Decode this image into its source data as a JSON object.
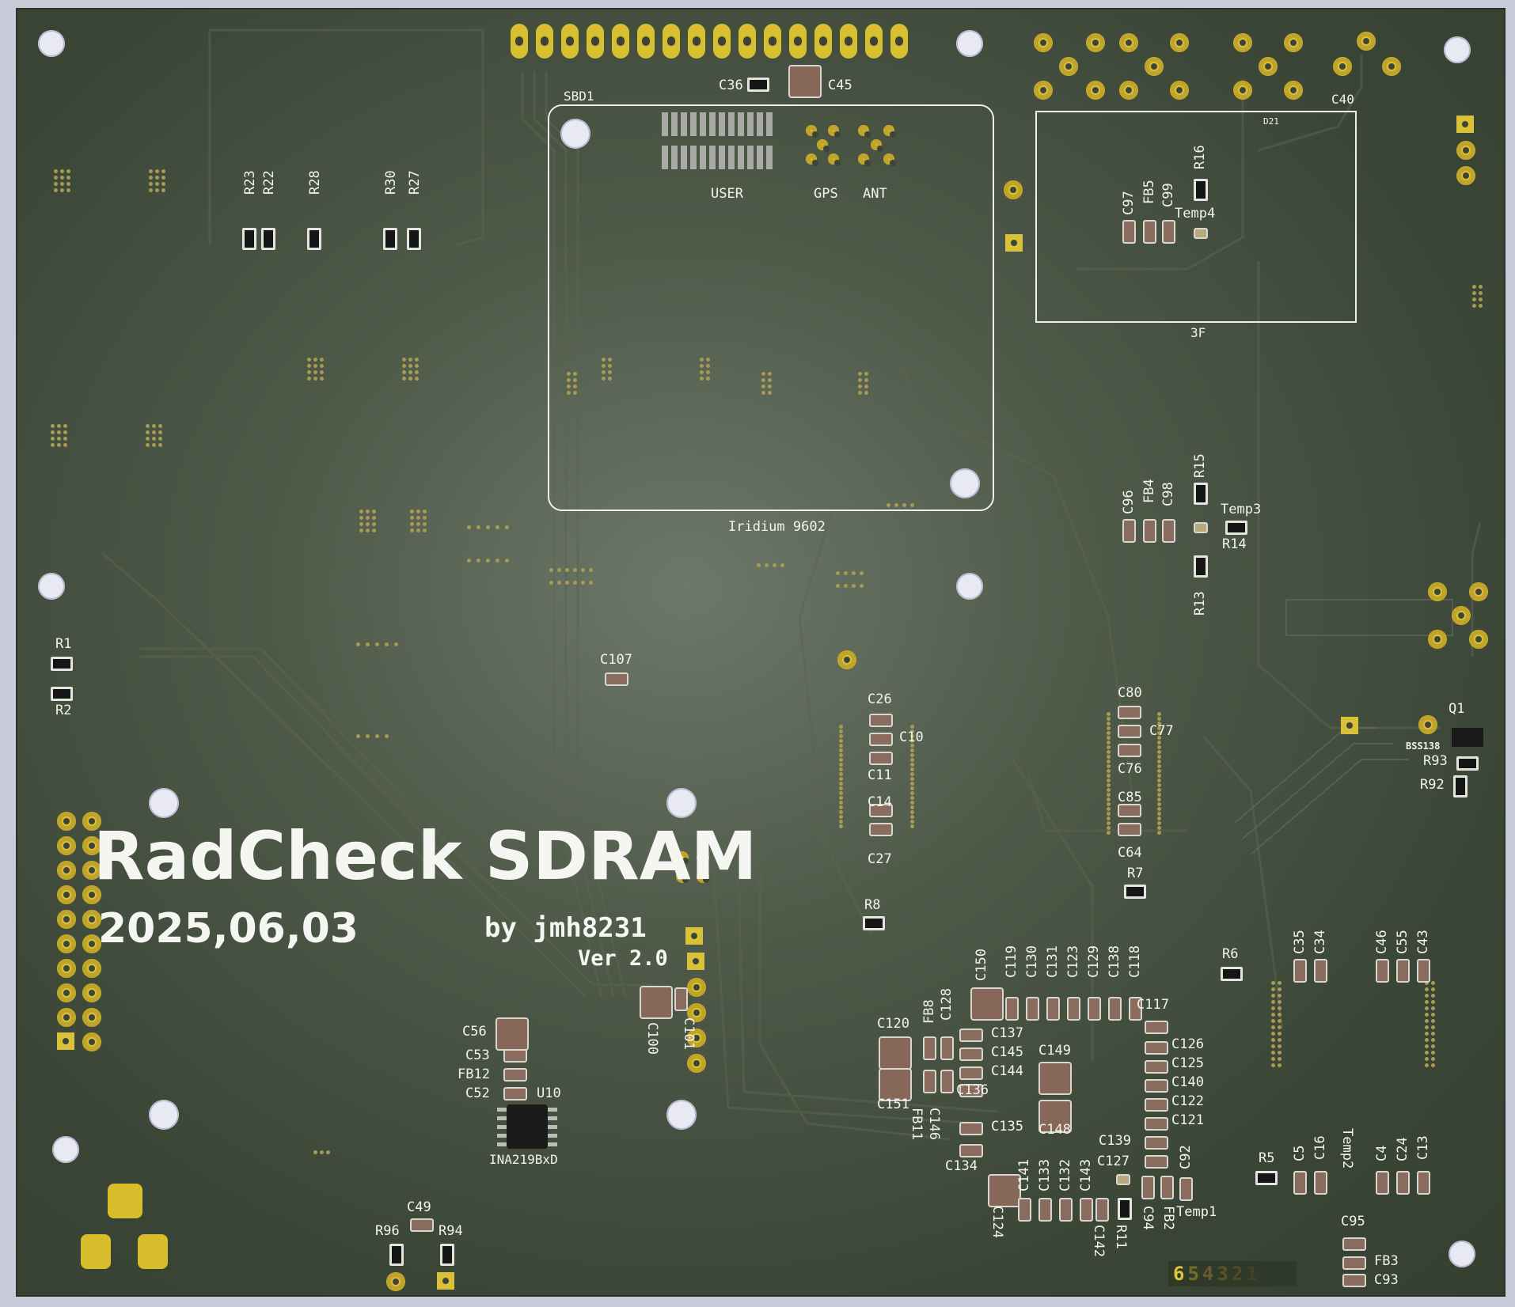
{
  "board": {
    "title": "RadCheck SDRAM",
    "date": "2025,06,03",
    "author": "by jmh8231",
    "version": "Ver 2.0",
    "module_label": "SBD1",
    "module_name": "Iridium 9602",
    "module_user": "USER",
    "module_gps": "GPS",
    "module_ant": "ANT",
    "supercap_ref": "C40",
    "supercap_value": "3F",
    "ic_ref": "U10",
    "ic_name": "INA219BxD",
    "transistor_ref": "Q1",
    "transistor_name": "BSS138",
    "layer_marks": [
      "6",
      "5",
      "4",
      "3",
      "2",
      "1"
    ]
  },
  "refs": {
    "R23": "R23",
    "R22": "R22",
    "R28": "R28",
    "R30": "R30",
    "R27": "R27",
    "R16": "R16",
    "C97": "C97",
    "FB5": "FB5",
    "C99": "C99",
    "Temp4": "Temp4",
    "R15": "R15",
    "C96": "C96",
    "FB4": "FB4",
    "C98": "C98",
    "Temp3": "Temp3",
    "R14": "R14",
    "R13": "R13",
    "C36": "C36",
    "C45": "C45",
    "D21": "D21",
    "R1": "R1",
    "R2": "R2",
    "C107": "C107",
    "C26": "C26",
    "C10": "C10",
    "C11": "C11",
    "C14": "C14",
    "C27": "C27",
    "C80": "C80",
    "C77": "C77",
    "C76": "C76",
    "C85": "C85",
    "C64": "C64",
    "R7": "R7",
    "R8": "R8",
    "R93": "R93",
    "R92": "R92",
    "R6": "R6",
    "C35": "C35",
    "C34": "C34",
    "C46": "C46",
    "C55": "C55",
    "C43": "C43",
    "C150": "C150",
    "C119": "C119",
    "C130": "C130",
    "C131": "C131",
    "C123": "C123",
    "C129": "C129",
    "C138": "C138",
    "C118": "C118",
    "C117": "C117",
    "C128": "C128",
    "FB8": "FB8",
    "C120": "C120",
    "C137": "C137",
    "C145": "C145",
    "C144": "C144",
    "C149": "C149",
    "C126": "C126",
    "C125": "C125",
    "C140": "C140",
    "C122": "C122",
    "C121": "C121",
    "C151": "C151",
    "FB11": "FB11",
    "C146": "C146",
    "C136": "C136",
    "C135": "C135",
    "C148": "C148",
    "C139": "C139",
    "C127": "C127",
    "C92": "C92",
    "C134": "C134",
    "C141": "C141",
    "C133": "C133",
    "C132": "C132",
    "C143": "C143",
    "C124": "C124",
    "C142": "C142",
    "R11": "R11",
    "C94": "C94",
    "FB2": "FB2",
    "Temp1": "Temp1",
    "R5": "R5",
    "C5": "C5",
    "C16": "C16",
    "Temp2": "Temp2",
    "C4": "C4",
    "C24": "C24",
    "C13": "C13",
    "C95": "C95",
    "FB3": "FB3",
    "C93": "C93",
    "C56": "C56",
    "C53": "C53",
    "FB12": "FB12",
    "C52": "C52",
    "C100": "C100",
    "C101": "C101",
    "C49": "C49",
    "R96": "R96",
    "R94": "R94"
  }
}
